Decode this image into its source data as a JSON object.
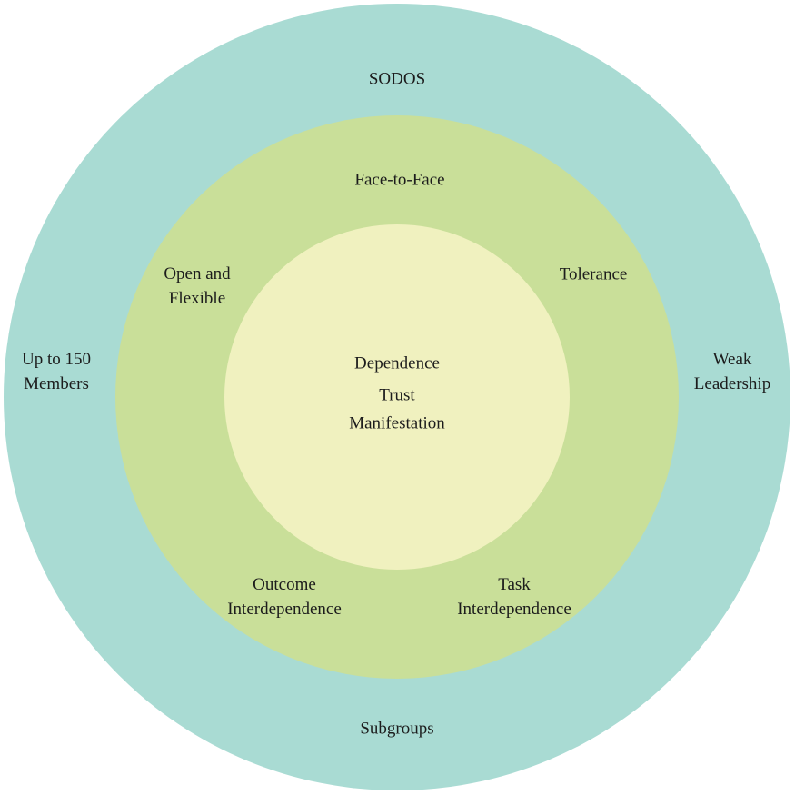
{
  "diagram": {
    "type": "concentric-circles",
    "colors": {
      "background": "#ffffff",
      "outer_ring": "#a9dbd3",
      "middle_ring": "#c9df99",
      "inner_circle": "#f0f1bf",
      "text": "#1c1c1c"
    },
    "rings": [
      {
        "name": "outer",
        "color": "#a9dbd3",
        "labels": [
          {
            "text": "SODOS",
            "position": "top"
          },
          {
            "text": "Up to 150\nMembers",
            "position": "left"
          },
          {
            "text": "Weak\nLeadership",
            "position": "right"
          },
          {
            "text": "Subgroups",
            "position": "bottom"
          }
        ]
      },
      {
        "name": "middle",
        "color": "#c9df99",
        "labels": [
          {
            "text": "Face-to-Face",
            "position": "top"
          },
          {
            "text": "Open and\nFlexible",
            "position": "upper-left"
          },
          {
            "text": "Tolerance",
            "position": "upper-right"
          },
          {
            "text": "Outcome\nInterdependence",
            "position": "lower-left"
          },
          {
            "text": "Task\nInterdependence",
            "position": "lower-right"
          }
        ]
      },
      {
        "name": "inner",
        "color": "#f0f1bf",
        "labels": [
          {
            "text": "Dependence",
            "position": "center-top"
          },
          {
            "text": "Trust",
            "position": "center-middle"
          },
          {
            "text": "Manifestation",
            "position": "center-bottom"
          }
        ]
      }
    ]
  }
}
